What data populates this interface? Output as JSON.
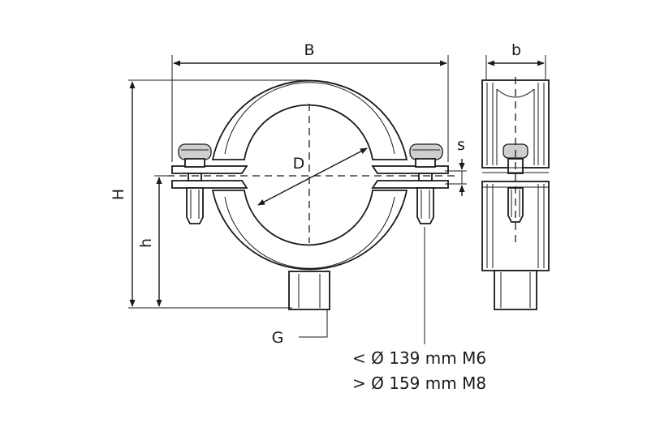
{
  "labels": {
    "B": "B",
    "b": "b",
    "s": "s",
    "D": "D",
    "H": "H",
    "h": "h",
    "G": "G"
  },
  "notes": [
    "< Ø 139 mm M6",
    "> Ø 159 mm M8"
  ]
}
